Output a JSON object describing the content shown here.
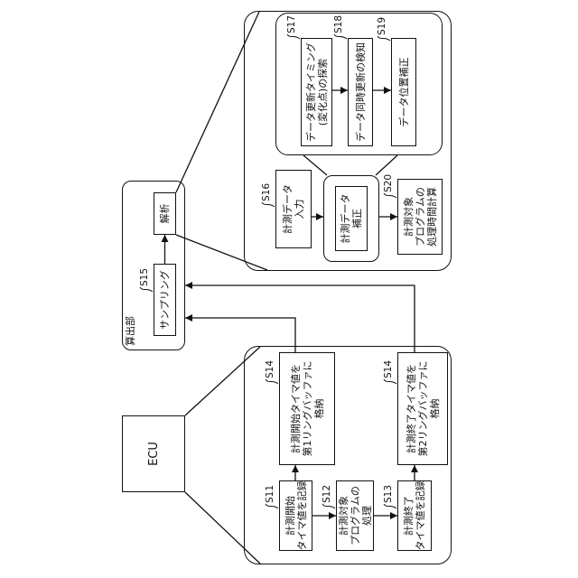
{
  "ecu": {
    "label": "ECU"
  },
  "calc_unit": {
    "label": "算出部",
    "step_label": "S15",
    "sampling": "サンプリング",
    "analysis": "解析"
  },
  "flow": {
    "s11": {
      "label": "S11",
      "lines": [
        "計測開始",
        "タイマ値を記録"
      ]
    },
    "s12": {
      "label": "S12",
      "lines": [
        "計測対象",
        "プログラムの",
        "処理"
      ]
    },
    "s13": {
      "label": "S13",
      "lines": [
        "計測終了",
        "タイマ値を記録"
      ]
    },
    "s14_start": {
      "label": "S14",
      "lines": [
        "計測開始タイマ値を",
        "第1リングバッファに",
        "格納"
      ]
    },
    "s14_end": {
      "label": "S14",
      "lines": [
        "計測終了タイマ値を",
        "第2リングバッファに",
        "格納"
      ]
    }
  },
  "analysis_detail": {
    "s16": {
      "label": "S16",
      "lines": [
        "計測データ",
        "入力"
      ]
    },
    "correction": {
      "lines": [
        "計測データ",
        "補正"
      ]
    },
    "s20": {
      "label": "S20",
      "lines": [
        "計測対象",
        "プログラムの",
        "処理時間計算"
      ]
    },
    "correction_detail": {
      "s17": {
        "label": "S17",
        "lines": [
          "データ更新タイミング",
          "(変化点)の探索"
        ]
      },
      "s18": {
        "label": "S18",
        "lines": [
          "データ同時更新の検知"
        ]
      },
      "s19": {
        "label": "S19",
        "lines": [
          "データ位置補正"
        ]
      }
    }
  }
}
